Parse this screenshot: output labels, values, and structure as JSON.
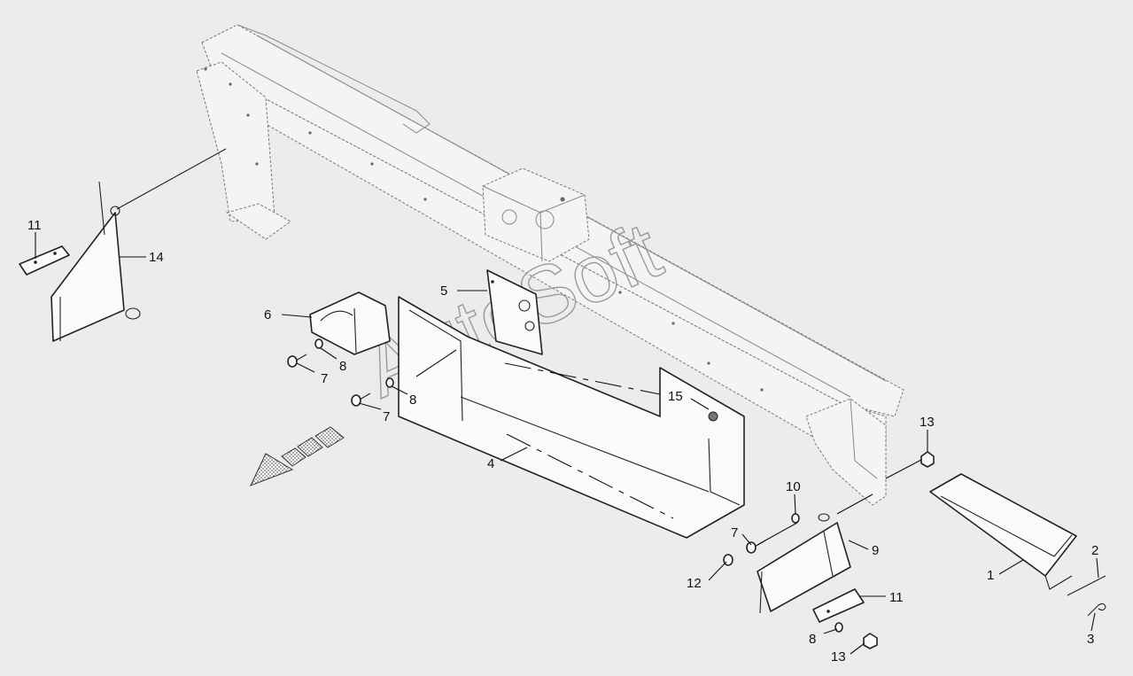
{
  "watermark": "AutoSoft",
  "callouts": [
    {
      "id": "c11a",
      "label": "11"
    },
    {
      "id": "c14",
      "label": "14"
    },
    {
      "id": "c6",
      "label": "6"
    },
    {
      "id": "c5",
      "label": "5"
    },
    {
      "id": "c8a",
      "label": "8"
    },
    {
      "id": "c7a",
      "label": "7"
    },
    {
      "id": "c8b",
      "label": "8"
    },
    {
      "id": "c7b",
      "label": "7"
    },
    {
      "id": "c15",
      "label": "15"
    },
    {
      "id": "c4",
      "label": "4"
    },
    {
      "id": "c13a",
      "label": "13"
    },
    {
      "id": "c10",
      "label": "10"
    },
    {
      "id": "c7c",
      "label": "7"
    },
    {
      "id": "c9",
      "label": "9"
    },
    {
      "id": "c12",
      "label": "12"
    },
    {
      "id": "c11b",
      "label": "11"
    },
    {
      "id": "c8c",
      "label": "8"
    },
    {
      "id": "c13b",
      "label": "13"
    },
    {
      "id": "c1",
      "label": "1"
    },
    {
      "id": "c2",
      "label": "2"
    },
    {
      "id": "c3",
      "label": "3"
    }
  ],
  "colors": {
    "background": "#ececec",
    "line": "#222222",
    "frame": "#777777",
    "watermark": "#9a9a9a"
  },
  "icons": {
    "direction_arrow": "forward-direction-arrow-icon"
  }
}
